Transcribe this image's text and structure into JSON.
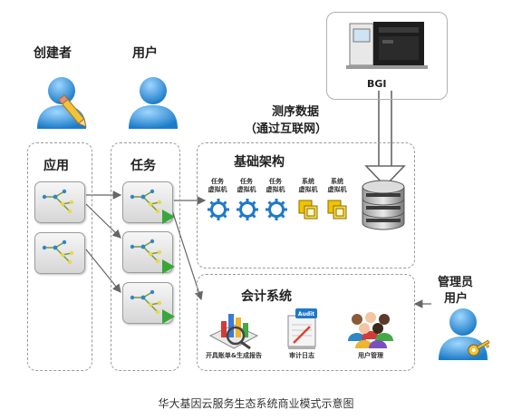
{
  "roles": {
    "creator": "创建者",
    "user": "用户",
    "admin_line1": "管理员",
    "admin_line2": "用户"
  },
  "sequencer": {
    "brand": "BGI"
  },
  "data_label": {
    "line1": "测序数据",
    "line2": "（通过互联网）"
  },
  "boxes": {
    "apps": "应用",
    "tasks": "任务",
    "infrastructure": "基础架构",
    "accounting": "会计系统"
  },
  "vms": [
    {
      "line1": "任务",
      "line2": "虚拟机",
      "icon": "gear-icon"
    },
    {
      "line1": "任务",
      "line2": "虚拟机",
      "icon": "gear-icon"
    },
    {
      "line1": "任务",
      "line2": "虚拟机",
      "icon": "gear-icon"
    },
    {
      "line1": "系统",
      "line2": "虚拟机",
      "icon": "system-vm-icon"
    },
    {
      "line1": "系统",
      "line2": "虚拟机",
      "icon": "system-vm-icon"
    }
  ],
  "accounting_items": {
    "billing": "开具账单&生成报告",
    "audit": "审计日志",
    "audit_tag": "Audit",
    "user_mgmt": "用户管理"
  },
  "caption": "华大基因云服务生态系统商业模式示意图",
  "colors": {
    "workflow_node_blue": "#2f86c8",
    "workflow_node_yellow": "#e8d84a",
    "play_green": "#3aa63a",
    "vm_gear_blue": "#1f79c8",
    "vm_system_yellow": "#f2c200",
    "avatar_blue": "#4aa6e0"
  }
}
